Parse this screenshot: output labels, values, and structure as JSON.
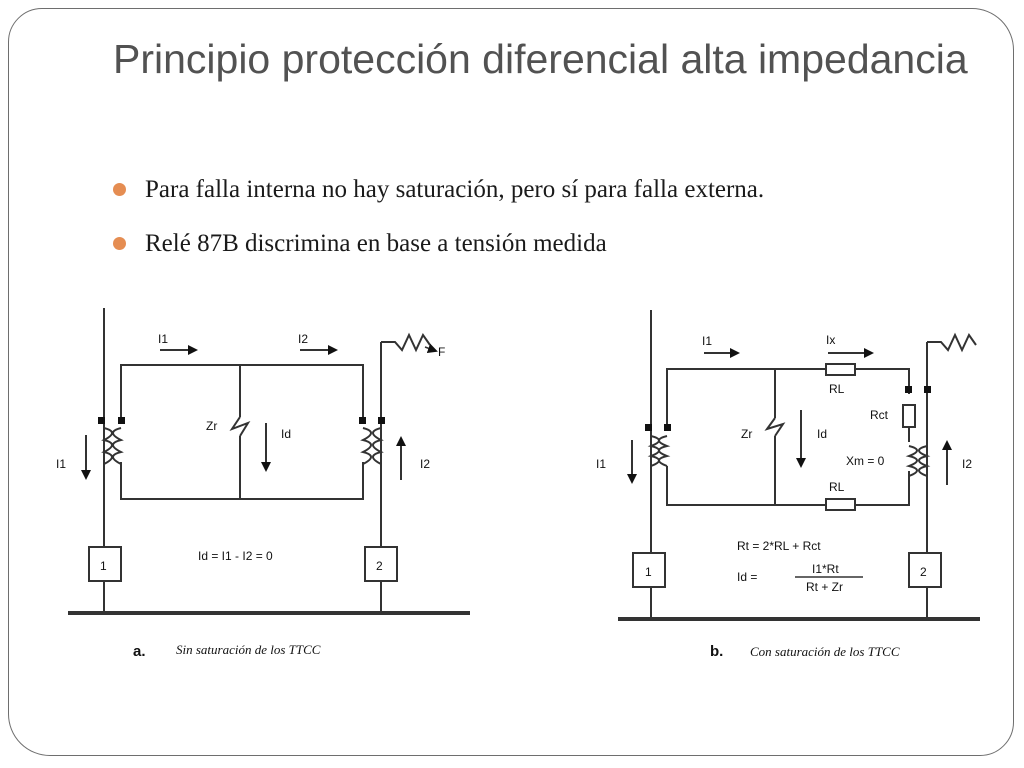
{
  "slide": {
    "title": "Principio protección diferencial alta impedancia",
    "bullets": [
      "Para falla interna no hay saturación, pero sí para falla externa.",
      "Relé 87B discrimina en base a tensión medida"
    ]
  },
  "diagram_a": {
    "i1_top": "I1",
    "i2_top": "I2",
    "fault": "F",
    "zr": "Zr",
    "id": "Id",
    "i1_side": "I1",
    "i2_side": "I2",
    "box1": "1",
    "box2": "2",
    "equation": "Id = I1 - I2 = 0",
    "caption_letter": "a.",
    "caption": "Sin saturación  de los TTCC"
  },
  "diagram_b": {
    "i1_top": "I1",
    "ix": "Ix",
    "rl_top": "RL",
    "rct": "Rct",
    "zr": "Zr",
    "id": "Id",
    "xm": "Xm = 0",
    "rl_bottom": "RL",
    "i1_side": "I1",
    "i2_side": "I2",
    "box1": "1",
    "box2": "2",
    "eq_rt": "Rt = 2*RL + Rct",
    "eq_id_lhs": "Id =",
    "eq_id_num": "I1*Rt",
    "eq_id_den": "Rt + Zr",
    "caption_letter": "b.",
    "caption": "Con saturación de los TTCC"
  }
}
